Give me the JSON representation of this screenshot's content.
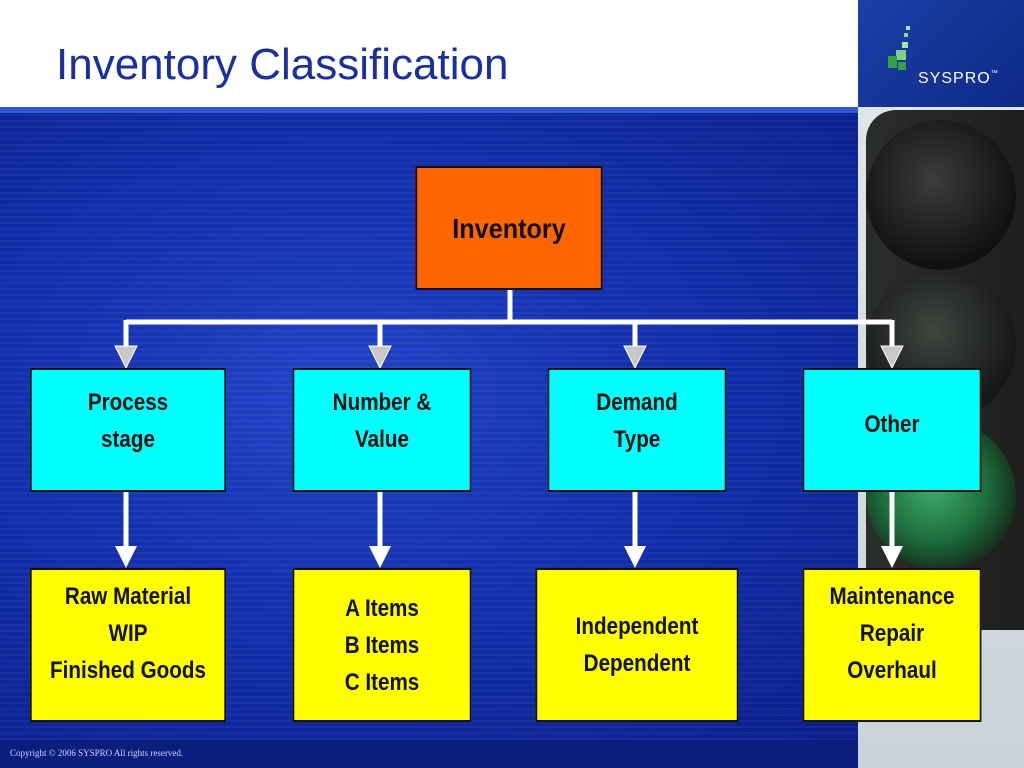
{
  "slide": {
    "title": "Inventory Classification",
    "brand": "SYSPRO",
    "brand_tm": "™",
    "copyright": "Copyright © 2006 SYSPRO All rights reserved."
  },
  "diagram": {
    "root": "Inventory",
    "categories": [
      {
        "lines": [
          "Process",
          "stage"
        ],
        "examples": [
          "Raw Material",
          "WIP",
          "Finished Goods"
        ]
      },
      {
        "lines": [
          "Number &",
          "Value"
        ],
        "examples": [
          "A Items",
          "B Items",
          "C Items"
        ]
      },
      {
        "lines": [
          "Demand",
          "Type"
        ],
        "examples": [
          "Independent",
          "Dependent"
        ]
      },
      {
        "lines": [
          "Other"
        ],
        "examples": [
          "Maintenance",
          "Repair",
          "Overhaul"
        ]
      }
    ]
  },
  "colors": {
    "root_fill": "#ff6600",
    "category_fill": "#00ffff",
    "example_fill": "#ffff00",
    "title_text": "#1a2fa0",
    "background": "#0b1d8c"
  }
}
